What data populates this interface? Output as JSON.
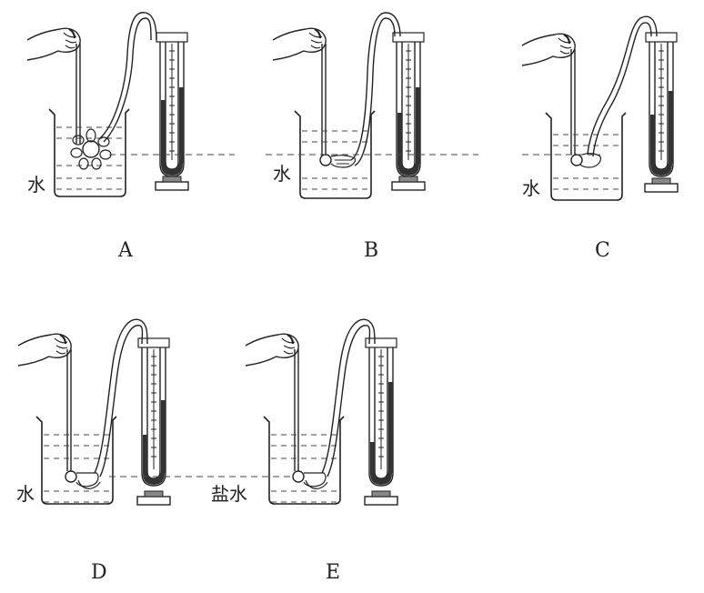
{
  "figure": {
    "panels": [
      {
        "id": "A",
        "caption": "A",
        "liquid_label": "水"
      },
      {
        "id": "B",
        "caption": "B",
        "liquid_label": "水"
      },
      {
        "id": "C",
        "caption": "C",
        "liquid_label": "水"
      },
      {
        "id": "D",
        "caption": "D",
        "liquid_label": "水"
      },
      {
        "id": "E",
        "caption": "E",
        "liquid_label": "盐水"
      }
    ],
    "colors": {
      "ink": "#222222",
      "liquid": "#333333",
      "dash": "#444444"
    }
  }
}
